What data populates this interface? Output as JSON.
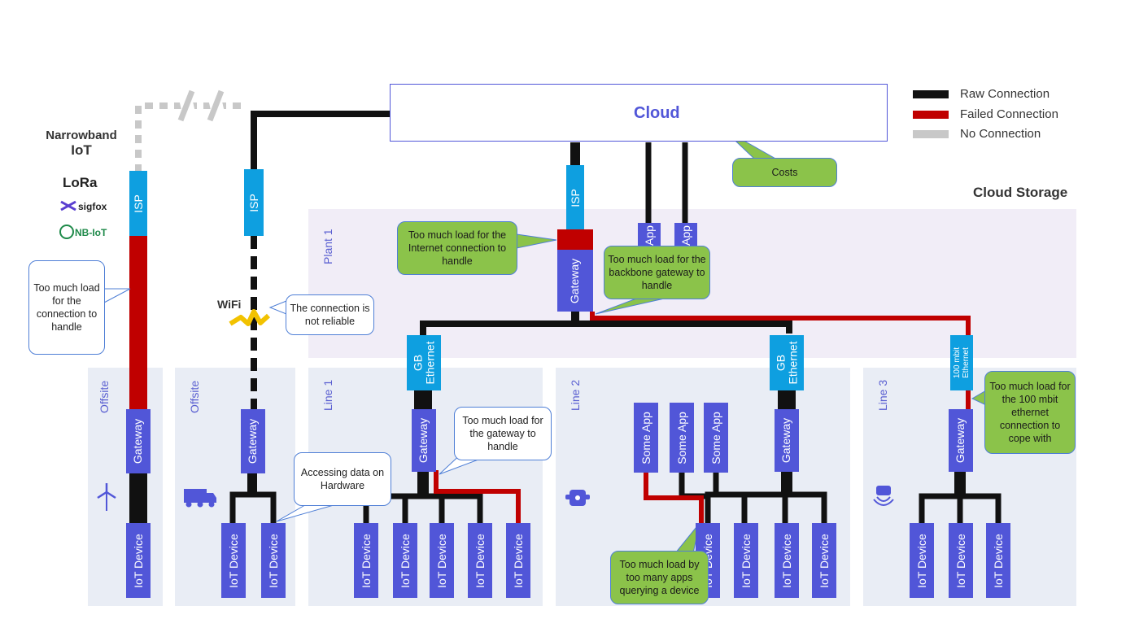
{
  "cloud": {
    "label": "Cloud",
    "icon": "cloud-icon",
    "storage_label": "Cloud Storage"
  },
  "legend": [
    {
      "label": "Raw Connection",
      "color": "#111111"
    },
    {
      "label": "Failed Connection",
      "color": "#c00000"
    },
    {
      "label": "No Connection",
      "color": "#c8c8c8"
    }
  ],
  "zones": {
    "plant1": "Plant 1",
    "offsite1": "Offsite",
    "offsite2": "Offsite",
    "line1": "Line 1",
    "line2": "Line 2",
    "line3": "Line 3"
  },
  "narrowband": {
    "title_line1": "Narrowband",
    "title_line2": "IoT",
    "logos": [
      "LoRa",
      "sigfox",
      "NB-IoT"
    ]
  },
  "wifi_label": "WiFi",
  "boxes": {
    "isp": "ISP",
    "gateway": "Gateway",
    "iot_device": "IoT Device",
    "some_app": "Some App",
    "app_partial": "App",
    "gb_ethernet_1": "GB",
    "gb_ethernet_2": "Ethernet",
    "mbit_ethernet_1": "100 mbit",
    "mbit_ethernet_2": "Ethernet"
  },
  "callouts": {
    "narrowband_load": "Too much load for the connection to handle",
    "wifi_unreliable": "The connection is not reliable",
    "internet_load": "Too much load for the Internet connection to handle",
    "backbone_load": "Too much load for the backbone gateway to handle",
    "costs": "Costs",
    "gateway_load": "Too much load for the gateway to handle",
    "hardware_access": "Accessing data on Hardware",
    "apps_querying": "Too much load by too many apps querying a device",
    "mbit_load": "Too much load for the 100 mbit ethernet connection to cope with"
  }
}
